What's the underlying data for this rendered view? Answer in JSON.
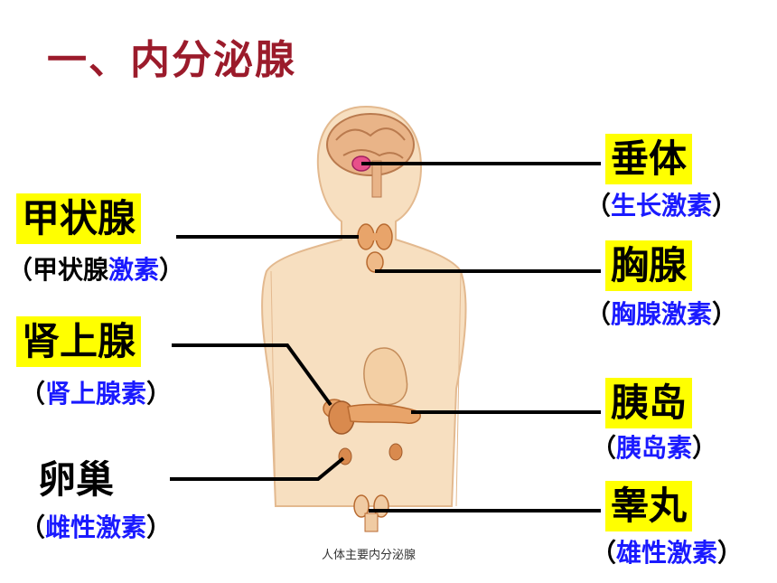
{
  "title": "一、内分泌腺",
  "caption": "人体主要内分泌腺",
  "colors": {
    "title": "#9b1b2b",
    "highlight": "#ffff00",
    "hormone_text": "#1a1aff",
    "skin": "#f7dfc0",
    "skin_outline": "#e3b98f",
    "gland": "#e8a46a",
    "pituitary": "#e8508a"
  },
  "glands": {
    "pituitary": {
      "name": "垂体",
      "hormone": "生长激素"
    },
    "thyroid": {
      "name": "甲状腺",
      "hormone_black": "甲状腺",
      "hormone_blue": "激素"
    },
    "thymus": {
      "name": "胸腺",
      "hormone": "胸腺激素"
    },
    "adrenal": {
      "name": "肾上腺",
      "hormone": "肾上腺素"
    },
    "pancreas": {
      "name": "胰岛",
      "hormone": "胰岛素"
    },
    "ovary": {
      "name": "卵巢",
      "hormone": "雌性激素"
    },
    "testis": {
      "name": "睾丸",
      "hormone": "雄性激素"
    }
  },
  "paren_open": "（",
  "paren_close": "）"
}
